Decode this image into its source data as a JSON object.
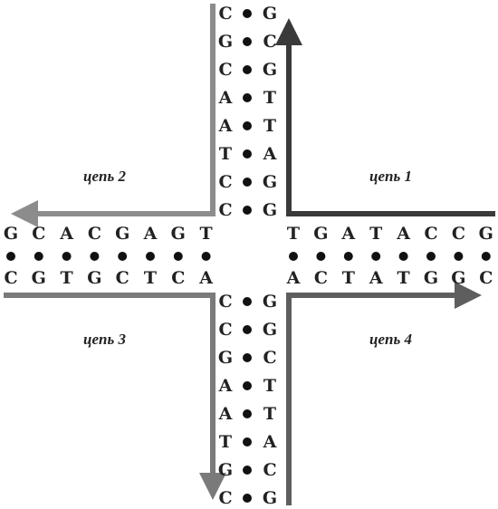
{
  "strands": {
    "strand1": {
      "label": "цепь 1",
      "color": "#3a3a3a"
    },
    "strand2": {
      "label": "цепь 2",
      "color": "#8c8c8c"
    },
    "strand3": {
      "label": "цепь 3",
      "color": "#7a7a7a"
    },
    "strand4": {
      "label": "цепь 4",
      "color": "#5e5e5e"
    }
  },
  "top_arm": {
    "left": [
      "C",
      "G",
      "C",
      "A",
      "A",
      "T",
      "C",
      "C"
    ],
    "right": [
      "G",
      "C",
      "G",
      "T",
      "T",
      "A",
      "G",
      "G"
    ]
  },
  "left_arm": {
    "top": [
      "G",
      "C",
      "A",
      "C",
      "G",
      "A",
      "G",
      "T"
    ],
    "bottom": [
      "C",
      "G",
      "T",
      "G",
      "C",
      "T",
      "C",
      "A"
    ]
  },
  "right_arm": {
    "top": [
      "T",
      "G",
      "A",
      "T",
      "A",
      "C",
      "C",
      "G"
    ],
    "bottom": [
      "A",
      "C",
      "T",
      "A",
      "T",
      "G",
      "G",
      "C"
    ]
  },
  "bottom_arm": {
    "left": [
      "C",
      "C",
      "G",
      "A",
      "A",
      "T",
      "G",
      "C"
    ],
    "right": [
      "G",
      "G",
      "C",
      "T",
      "T",
      "A",
      "C",
      "G"
    ]
  }
}
